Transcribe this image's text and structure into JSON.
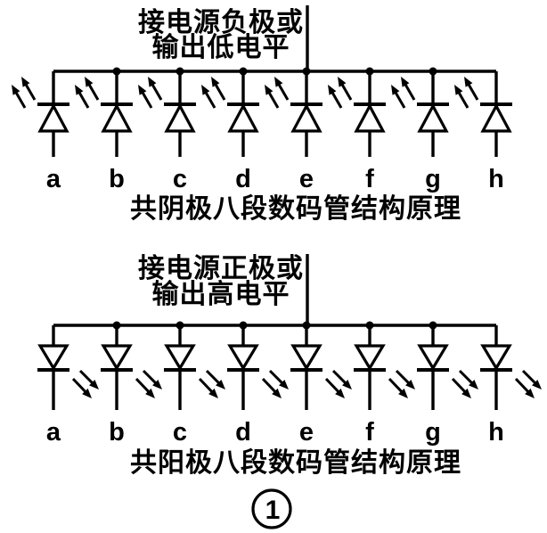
{
  "top_diagram": {
    "power_note": {
      "line1": "接电源负极或",
      "line2": "输出低电平"
    },
    "segment_labels": [
      "a",
      "b",
      "c",
      "d",
      "e",
      "f",
      "g",
      "h"
    ],
    "caption": "共阴极八段数码管结构原理"
  },
  "bottom_diagram": {
    "power_note": {
      "line1": "接电源正极或",
      "line2": "输出高电平"
    },
    "segment_labels": [
      "a",
      "b",
      "c",
      "d",
      "e",
      "f",
      "g",
      "h"
    ],
    "caption": "共阳极八段数码管结构原理"
  },
  "figure_number": "1",
  "colors": {
    "ink": "#000000",
    "background": "#ffffff"
  }
}
